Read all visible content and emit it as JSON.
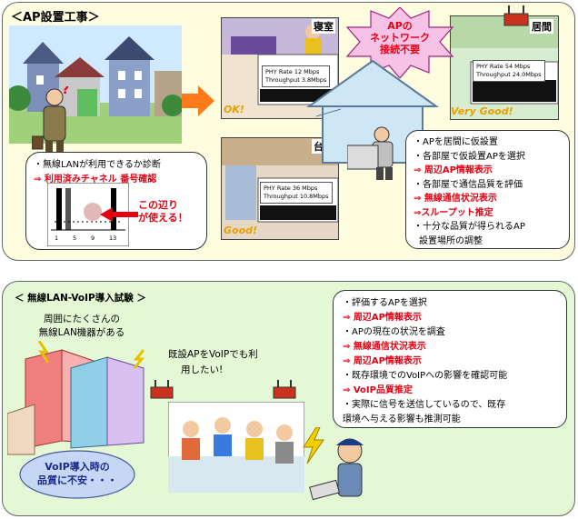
{
  "top": {
    "title": "＜AP設置工事＞",
    "bedroom": {
      "label": "寝室",
      "phy_rate": "PHY Rate  12 Mbps",
      "throughput": "Throughput    3.8Mbps",
      "verdict": "OK!"
    },
    "living": {
      "label": "居間",
      "phy_rate": "PHY Rate  54 Mbps",
      "throughput": "Throughput  24.0Mbps",
      "verdict": "Very Good!"
    },
    "kitchen": {
      "label": "台所",
      "phy_rate": "PHY Rate  36 Mbps",
      "throughput": "Throughput  10.8Mbps",
      "verdict": "Good!"
    },
    "cloud": {
      "line1": "APの",
      "line2": "ネットワーク",
      "line3": "接続不要"
    },
    "diagnose": {
      "line1": "・無線LANが利用できるか診断",
      "line2": "⇒ 利用済みチャネル 番号確認"
    },
    "channel_chart": {
      "ticks": [
        "1",
        "5",
        "9",
        "13"
      ],
      "note_line1": "この辺り",
      "note_line2": "が使える！"
    },
    "steps": [
      {
        "text": "・APを居間に仮設置",
        "highlight": false
      },
      {
        "text": "・各部屋で仮設置APを選択",
        "highlight": false
      },
      {
        "text": "⇒ 周辺AP情報表示",
        "highlight": true
      },
      {
        "text": "・各部屋で通信品質を評価",
        "highlight": false
      },
      {
        "text": "⇒ 無線通信状況表示",
        "highlight": true
      },
      {
        "text": "⇒スループット推定",
        "highlight": true
      },
      {
        "text": "・十分な品質が得られるAP",
        "highlight": false
      },
      {
        "text": "設置場所の調整",
        "highlight": false
      }
    ]
  },
  "bottom": {
    "title": "＜ 無線LAN-VoIP導入試験 ＞",
    "surrounding": {
      "line1": "周囲にたくさんの",
      "line2": "無線LAN機器がある"
    },
    "existing_ap": {
      "line1": "既設APをVoIPでも利",
      "line2": "用したい!"
    },
    "worry": {
      "line1": "VoIP導入時の",
      "line2": "品質に不安・・・"
    },
    "steps": [
      {
        "text": "・評価するAPを選択",
        "highlight": false
      },
      {
        "text": "⇒ 周辺AP情報表示",
        "highlight": true
      },
      {
        "text": "・APの現在の状況を調査",
        "highlight": false
      },
      {
        "text": "⇒ 無線通信状況表示",
        "highlight": true
      },
      {
        "text": "⇒ 周辺AP情報表示",
        "highlight": true
      },
      {
        "text": "・既存環境でのVoIPへの影響を確認可能",
        "highlight": false
      },
      {
        "text": "⇒ VoIP品質推定",
        "highlight": true
      },
      {
        "text": "・実際に信号を送信しているので、既存",
        "highlight": false
      },
      {
        "text": "環境へ与える影響も推測可能",
        "highlight": false
      }
    ]
  },
  "colors": {
    "highlight": "#e60012",
    "top_panel": "#fffde0",
    "bottom_panel": "#e4f8d6",
    "arrow": "#ff7a1a",
    "verdict": "#e8a000"
  }
}
